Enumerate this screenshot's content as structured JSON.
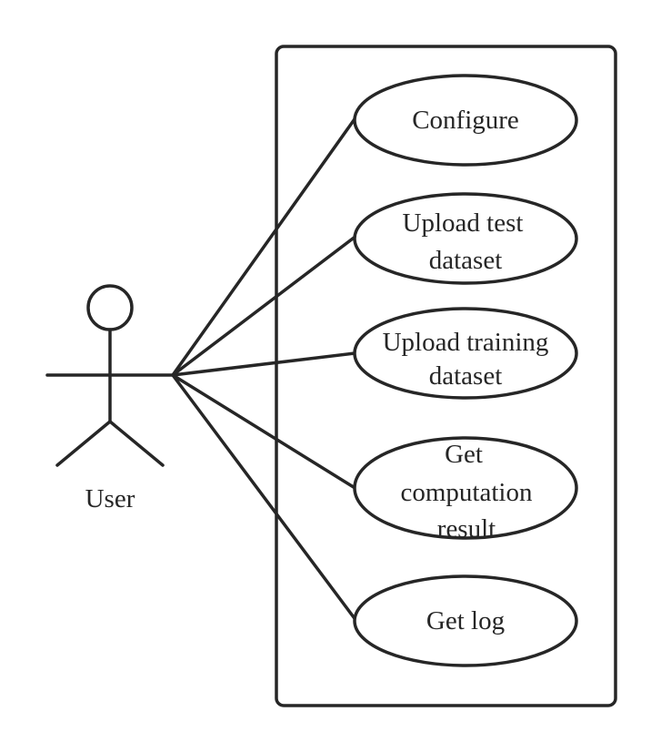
{
  "actor": {
    "name": "User",
    "icon": "stick-figure-icon"
  },
  "use_cases": [
    {
      "id": "configure",
      "lines": [
        "Configure"
      ]
    },
    {
      "id": "upload-test-dataset",
      "lines": [
        "Upload test",
        "dataset"
      ]
    },
    {
      "id": "upload-training-dataset",
      "lines": [
        "Upload training",
        "dataset"
      ]
    },
    {
      "id": "get-computation-result",
      "lines": [
        "Get",
        "computation",
        "result"
      ]
    },
    {
      "id": "get-log",
      "lines": [
        "Get log"
      ]
    }
  ],
  "colors": {
    "stroke": "#262626",
    "background": "#ffffff"
  }
}
